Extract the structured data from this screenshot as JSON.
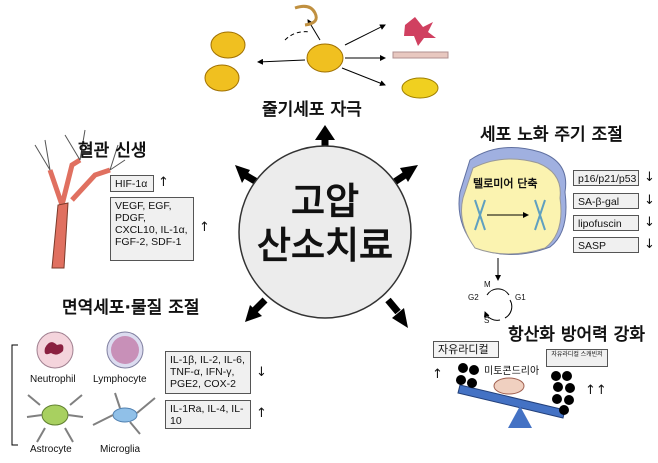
{
  "center": {
    "line1": "고압",
    "line2": "산소치료"
  },
  "stem_cell": {
    "title": "줄기세포 자극"
  },
  "angiogenesis": {
    "title": "혈관 신생",
    "box1": "HIF-1α",
    "box2": "VEGF, EGF, PDGF, CXCL10, IL-1α, FGF-2, SDF-1",
    "up": "↑"
  },
  "senescence": {
    "title": "세포 노화 주기 조절",
    "telomere": "텔로미어 단축",
    "markers": [
      "p16/p21/p53",
      "SA-β-gal",
      "lipofuscin",
      "SASP"
    ],
    "down": "↓",
    "cycle": {
      "m": "M",
      "g1": "G1",
      "g2": "G2",
      "s": "S"
    }
  },
  "immune": {
    "title": "면역세포·물질 조절",
    "cells": [
      "Neutrophil",
      "Lymphocyte",
      "Astrocyte",
      "Microglia"
    ],
    "box1": "IL-1β, IL-2, IL-6, TNF-α, IFN-γ, PGE2, COX-2",
    "box2": "IL-1Ra, IL-4, IL-10",
    "down": "↓",
    "up": "↑"
  },
  "antioxidant": {
    "title": "항산화 방어력 강화",
    "free_radical": "자유라디컬",
    "mito": "미토콘드리아",
    "scavenger": "자유라디컬 스캐빈저",
    "up": "↑",
    "up2": "↑↑"
  },
  "colors": {
    "accent_blue": "#4472c4",
    "vessel": "#e07060",
    "cell_yellow": "#f0d020"
  }
}
